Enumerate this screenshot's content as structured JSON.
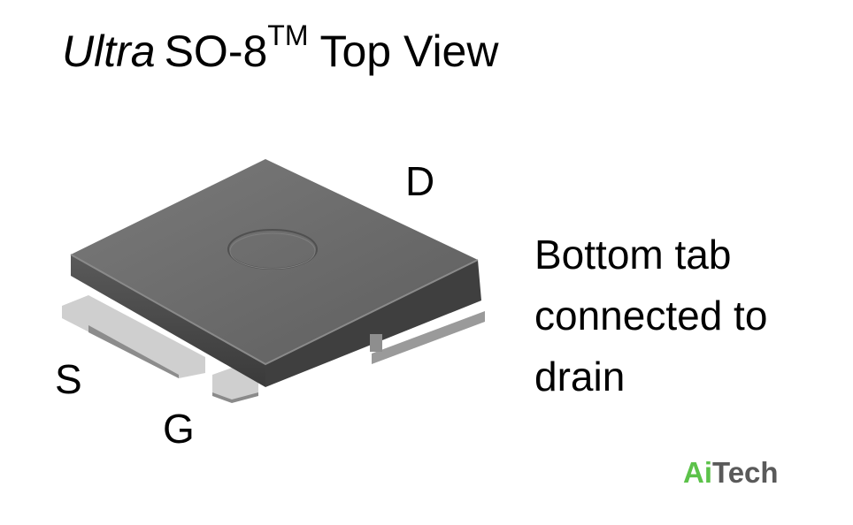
{
  "title": {
    "italic": "Ultra",
    "main": "SO-8",
    "superscript": "TM",
    "suffix": "Top View"
  },
  "pins": {
    "drain": "D",
    "source": "S",
    "gate": "G"
  },
  "note": {
    "line1": "Bottom tab",
    "line2": "connected to",
    "line3": "drain"
  },
  "brand": {
    "part1": "Ai",
    "part2": "Tech",
    "color1": "#5cc24a",
    "color2": "#5a5a5a"
  },
  "package_colors": {
    "top_face": "#6e6e6e",
    "front_face": "#4a4a4a",
    "right_face": "#3d3d3d",
    "lead": "#c8c8c8",
    "lead_shadow": "#8a8a8a"
  }
}
